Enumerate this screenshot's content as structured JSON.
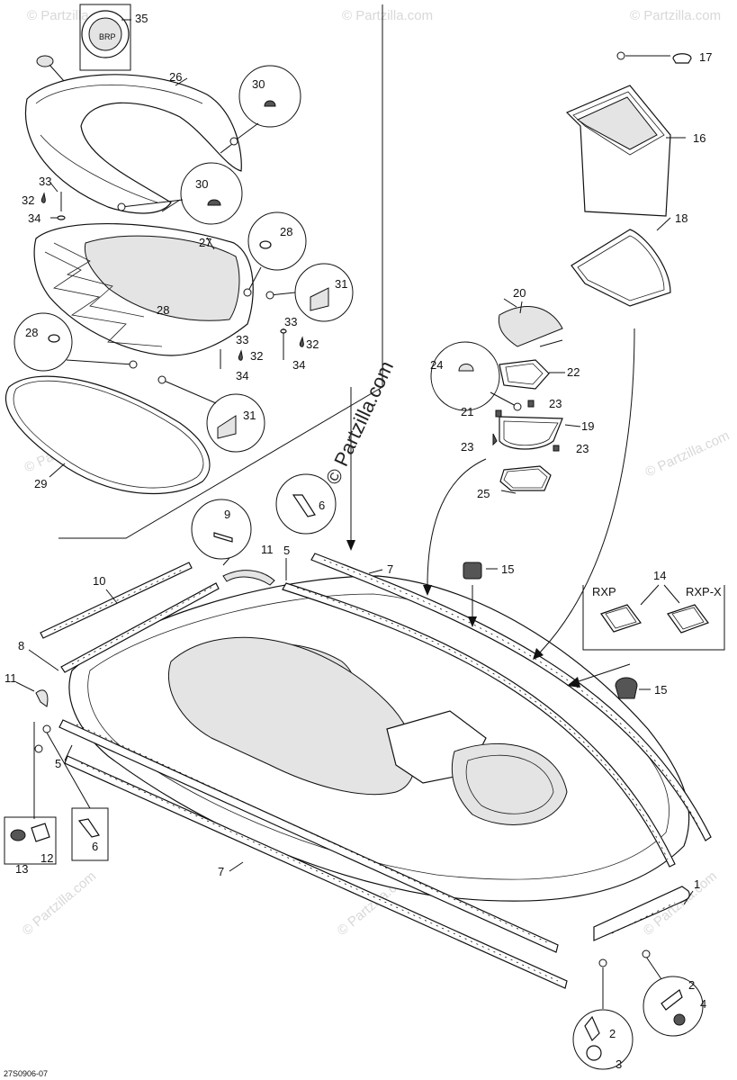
{
  "diagram": {
    "callouts": {
      "c1": "1",
      "c2a": "2",
      "c2b": "2",
      "c3": "3",
      "c4": "4",
      "c5a": "5",
      "c5b": "5",
      "c6a": "6",
      "c6b": "6",
      "c7a": "7",
      "c7b": "7",
      "c8": "8",
      "c9": "9",
      "c10": "10",
      "c11a": "11",
      "c11b": "11",
      "c12": "12",
      "c13": "13",
      "c14": "14",
      "c15a": "15",
      "c15b": "15",
      "c16": "16",
      "c17": "17",
      "c18": "18",
      "c19": "19",
      "c20": "20",
      "c21": "21",
      "c22": "22",
      "c23a": "23",
      "c23b": "23",
      "c23c": "23",
      "c24": "24",
      "c25": "25",
      "c26": "26",
      "c27": "27",
      "c28a": "28",
      "c28b": "28",
      "c28c": "28",
      "c29": "29",
      "c30a": "30",
      "c30b": "30",
      "c31a": "31",
      "c31b": "31",
      "c32a": "32",
      "c32b": "32",
      "c32c": "32",
      "c33a": "33",
      "c33b": "33",
      "c33c": "33",
      "c34a": "34",
      "c34b": "34",
      "c34c": "34",
      "c35": "35"
    },
    "variants": {
      "rxp": "RXP",
      "rxpx": "RXP-X"
    },
    "gauge_brand": "BRP",
    "diagram_code": "27S0906-07",
    "watermark": "© Partzilla.com",
    "watermark_faint": "© Partzilla.com"
  }
}
